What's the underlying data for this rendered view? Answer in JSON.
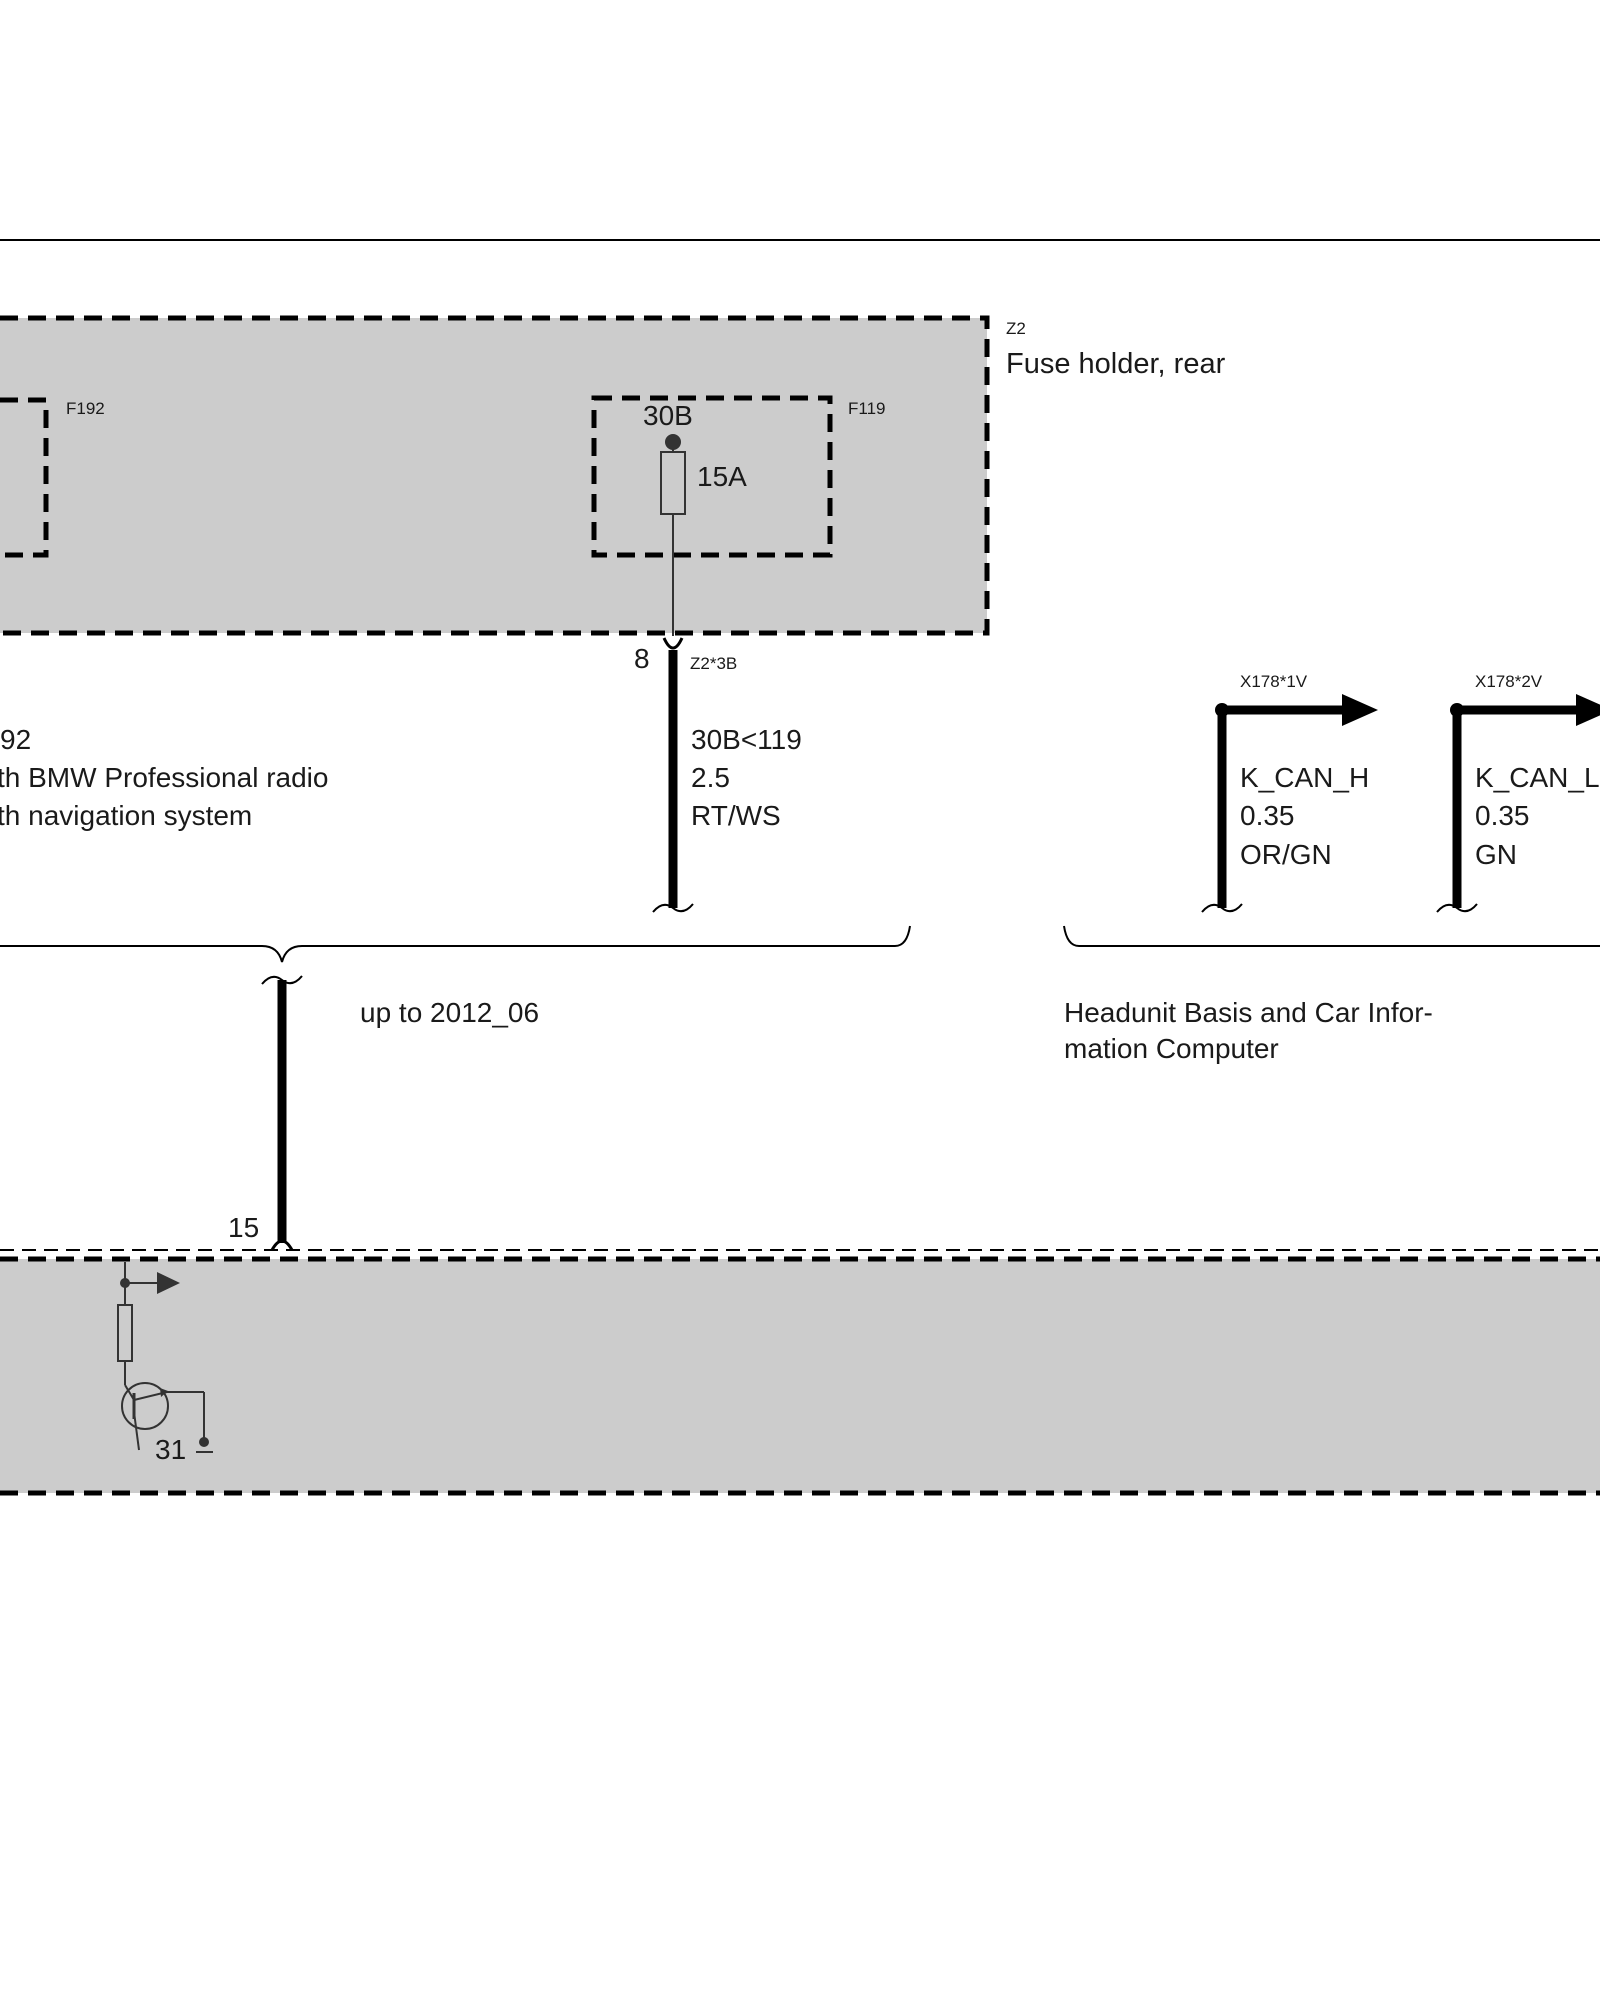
{
  "fuse_holder": {
    "id": "Z2",
    "name": "Fuse holder, rear"
  },
  "fuse_left": {
    "id": "F192",
    "description": [
      "92",
      "th BMW Professional radio",
      "th navigation system"
    ]
  },
  "fuse_main": {
    "id": "F119",
    "terminal": "30B",
    "rating": "15A"
  },
  "wire_supply": {
    "pin": "8",
    "connector": "Z2*3B",
    "circuit": "30B<119",
    "cross_section": "2.5",
    "color": "RT/WS"
  },
  "can_high": {
    "connector": "X178*1V",
    "signal": "K_CAN_H",
    "cross_section": "0.35",
    "color": "OR/GN"
  },
  "can_low": {
    "connector": "X178*2V",
    "signal": "K_CAN_L",
    "cross_section": "0.35",
    "color": "GN"
  },
  "variant_note": "up to 2012_06",
  "headunit_note": [
    "Headunit Basis and Car Infor-",
    "mation Computer"
  ],
  "module_lower": {
    "pin": "15",
    "ground": "31"
  },
  "colors": {
    "component_fill": "#cccccc",
    "line": "#000000",
    "text": "#1a1a1a"
  }
}
